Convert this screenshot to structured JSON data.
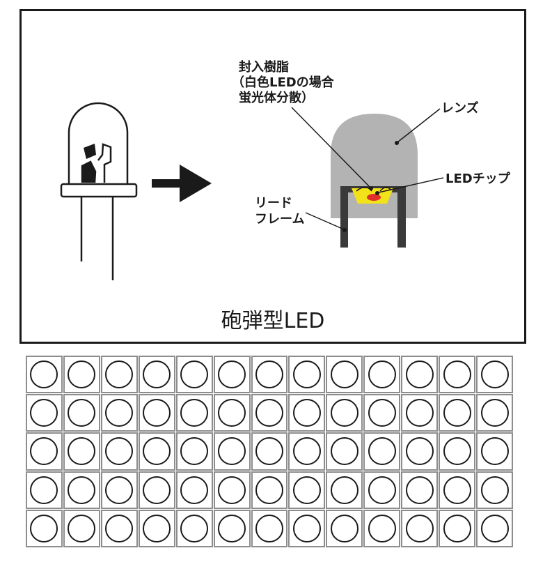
{
  "diagram": {
    "title": "砲弾型LED",
    "labels": {
      "resin_line1": "封入樹脂",
      "resin_line2": "（白色LEDの場合",
      "resin_line3": "蛍光体分散）",
      "lens": "レンズ",
      "chip": "LEDチップ",
      "lead_line1": "リード",
      "lead_line2": "フレーム"
    },
    "colors": {
      "lens": "#b3b3b3",
      "frame": "#3a3a3a",
      "phosphor": "#f2e21a",
      "chip": "#e0302a",
      "line": "#1a1a1a"
    }
  },
  "led_grid": {
    "rows": 5,
    "columns": 13
  }
}
